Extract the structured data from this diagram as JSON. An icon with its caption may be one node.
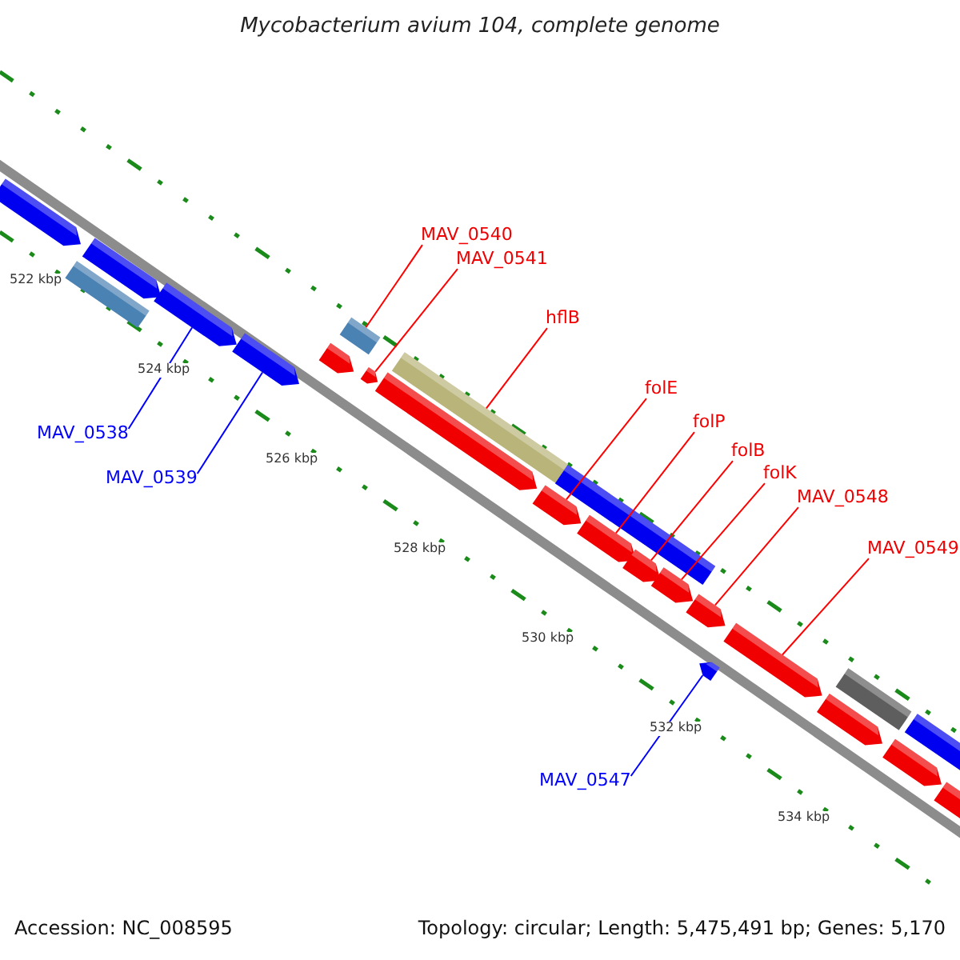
{
  "diagram": {
    "title": "Mycobacterium avium 104, complete genome",
    "nodes": [
      {
        "text": [
          "MAV_0540"
        ]
      },
      {
        "text": [
          "MAV_0541"
        ]
      },
      {
        "text": [
          "hflB"
        ]
      },
      {
        "text": [
          "folE"
        ]
      },
      {
        "text": [
          "folP"
        ]
      },
      {
        "text": [
          "folB"
        ]
      },
      {
        "text": [
          "folK"
        ]
      },
      {
        "text": [
          "MAV_0548"
        ]
      },
      {
        "text": [
          "MAV_0549"
        ]
      },
      {
        "text": [
          "MAV_0538"
        ]
      },
      {
        "text": [
          "MAV_0539"
        ]
      },
      {
        "text": [
          "MAV_0547"
        ]
      },
      {
        "text": [],
        "shape": "arrow"
      },
      {
        "text": [],
        "shape": "bar"
      },
      {
        "text": [],
        "shape": "arrow"
      },
      {
        "text": [],
        "shape": "arrow"
      },
      {
        "text": [],
        "shape": "arrow"
      },
      {
        "text": [],
        "shape": "arrow"
      },
      {
        "text": [],
        "shape": "bar"
      },
      {
        "text": [],
        "shape": "arrow"
      },
      {
        "text": [],
        "shape": "arrow"
      },
      {
        "text": [],
        "shape": "bar"
      },
      {
        "text": [],
        "shape": "arrow"
      },
      {
        "text": [],
        "shape": "arrow"
      },
      {
        "text": [],
        "shape": "bar"
      },
      {
        "text": [],
        "shape": "arrow"
      },
      {
        "text": [],
        "shape": "arrow"
      },
      {
        "text": [],
        "shape": "arrow"
      },
      {
        "text": [],
        "shape": "arrow"
      },
      {
        "text": [],
        "shape": "arrow"
      },
      {
        "text": [],
        "shape": "arrow"
      },
      {
        "text": [],
        "shape": "bar"
      },
      {
        "text": [],
        "shape": "arrow"
      },
      {
        "text": [],
        "shape": "bar"
      },
      {
        "text": [],
        "shape": "arrow"
      }
    ],
    "edges": [
      {
        "from": 0,
        "to": 18,
        "arrow": "none"
      },
      {
        "from": 1,
        "to": 19,
        "arrow": "none"
      },
      {
        "from": 2,
        "to": 21,
        "arrow": "none"
      },
      {
        "from": 3,
        "to": 22,
        "arrow": "none"
      },
      {
        "from": 4,
        "to": 23,
        "arrow": "none"
      },
      {
        "from": 5,
        "to": 25,
        "arrow": "none"
      },
      {
        "from": 6,
        "to": 26,
        "arrow": "none"
      },
      {
        "from": 7,
        "to": 28,
        "arrow": "none"
      },
      {
        "from": 8,
        "to": 29,
        "arrow": "none"
      },
      {
        "from": 9,
        "to": 15,
        "arrow": "none",
        "color": "#0000ff"
      },
      {
        "from": 10,
        "to": 16,
        "arrow": "none",
        "color": "#0000ff"
      },
      {
        "from": 11,
        "to": 27,
        "arrow": "none",
        "color": "#0000ff"
      }
    ],
    "labels": [
      "522 kbp",
      "524 kbp",
      "526 kbp",
      "528 kbp",
      "530 kbp",
      "532 kbp",
      "534 kbp",
      "Accession: NC_008595",
      "Topology: circular; Length: 5,475,491 bp; Genes: 5,170"
    ]
  }
}
